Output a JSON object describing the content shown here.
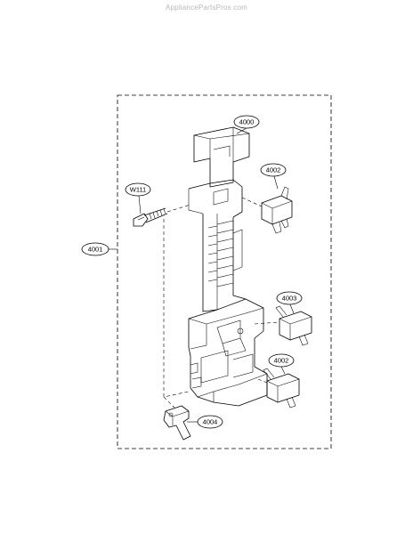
{
  "watermark": "AppliancePartsPros.com",
  "labels": {
    "bracket": "4000",
    "assembly": "4001",
    "switch_top": "4002",
    "switch_middle": "4003",
    "switch_bottom": "4002",
    "lever": "4004",
    "screw": "W111"
  }
}
